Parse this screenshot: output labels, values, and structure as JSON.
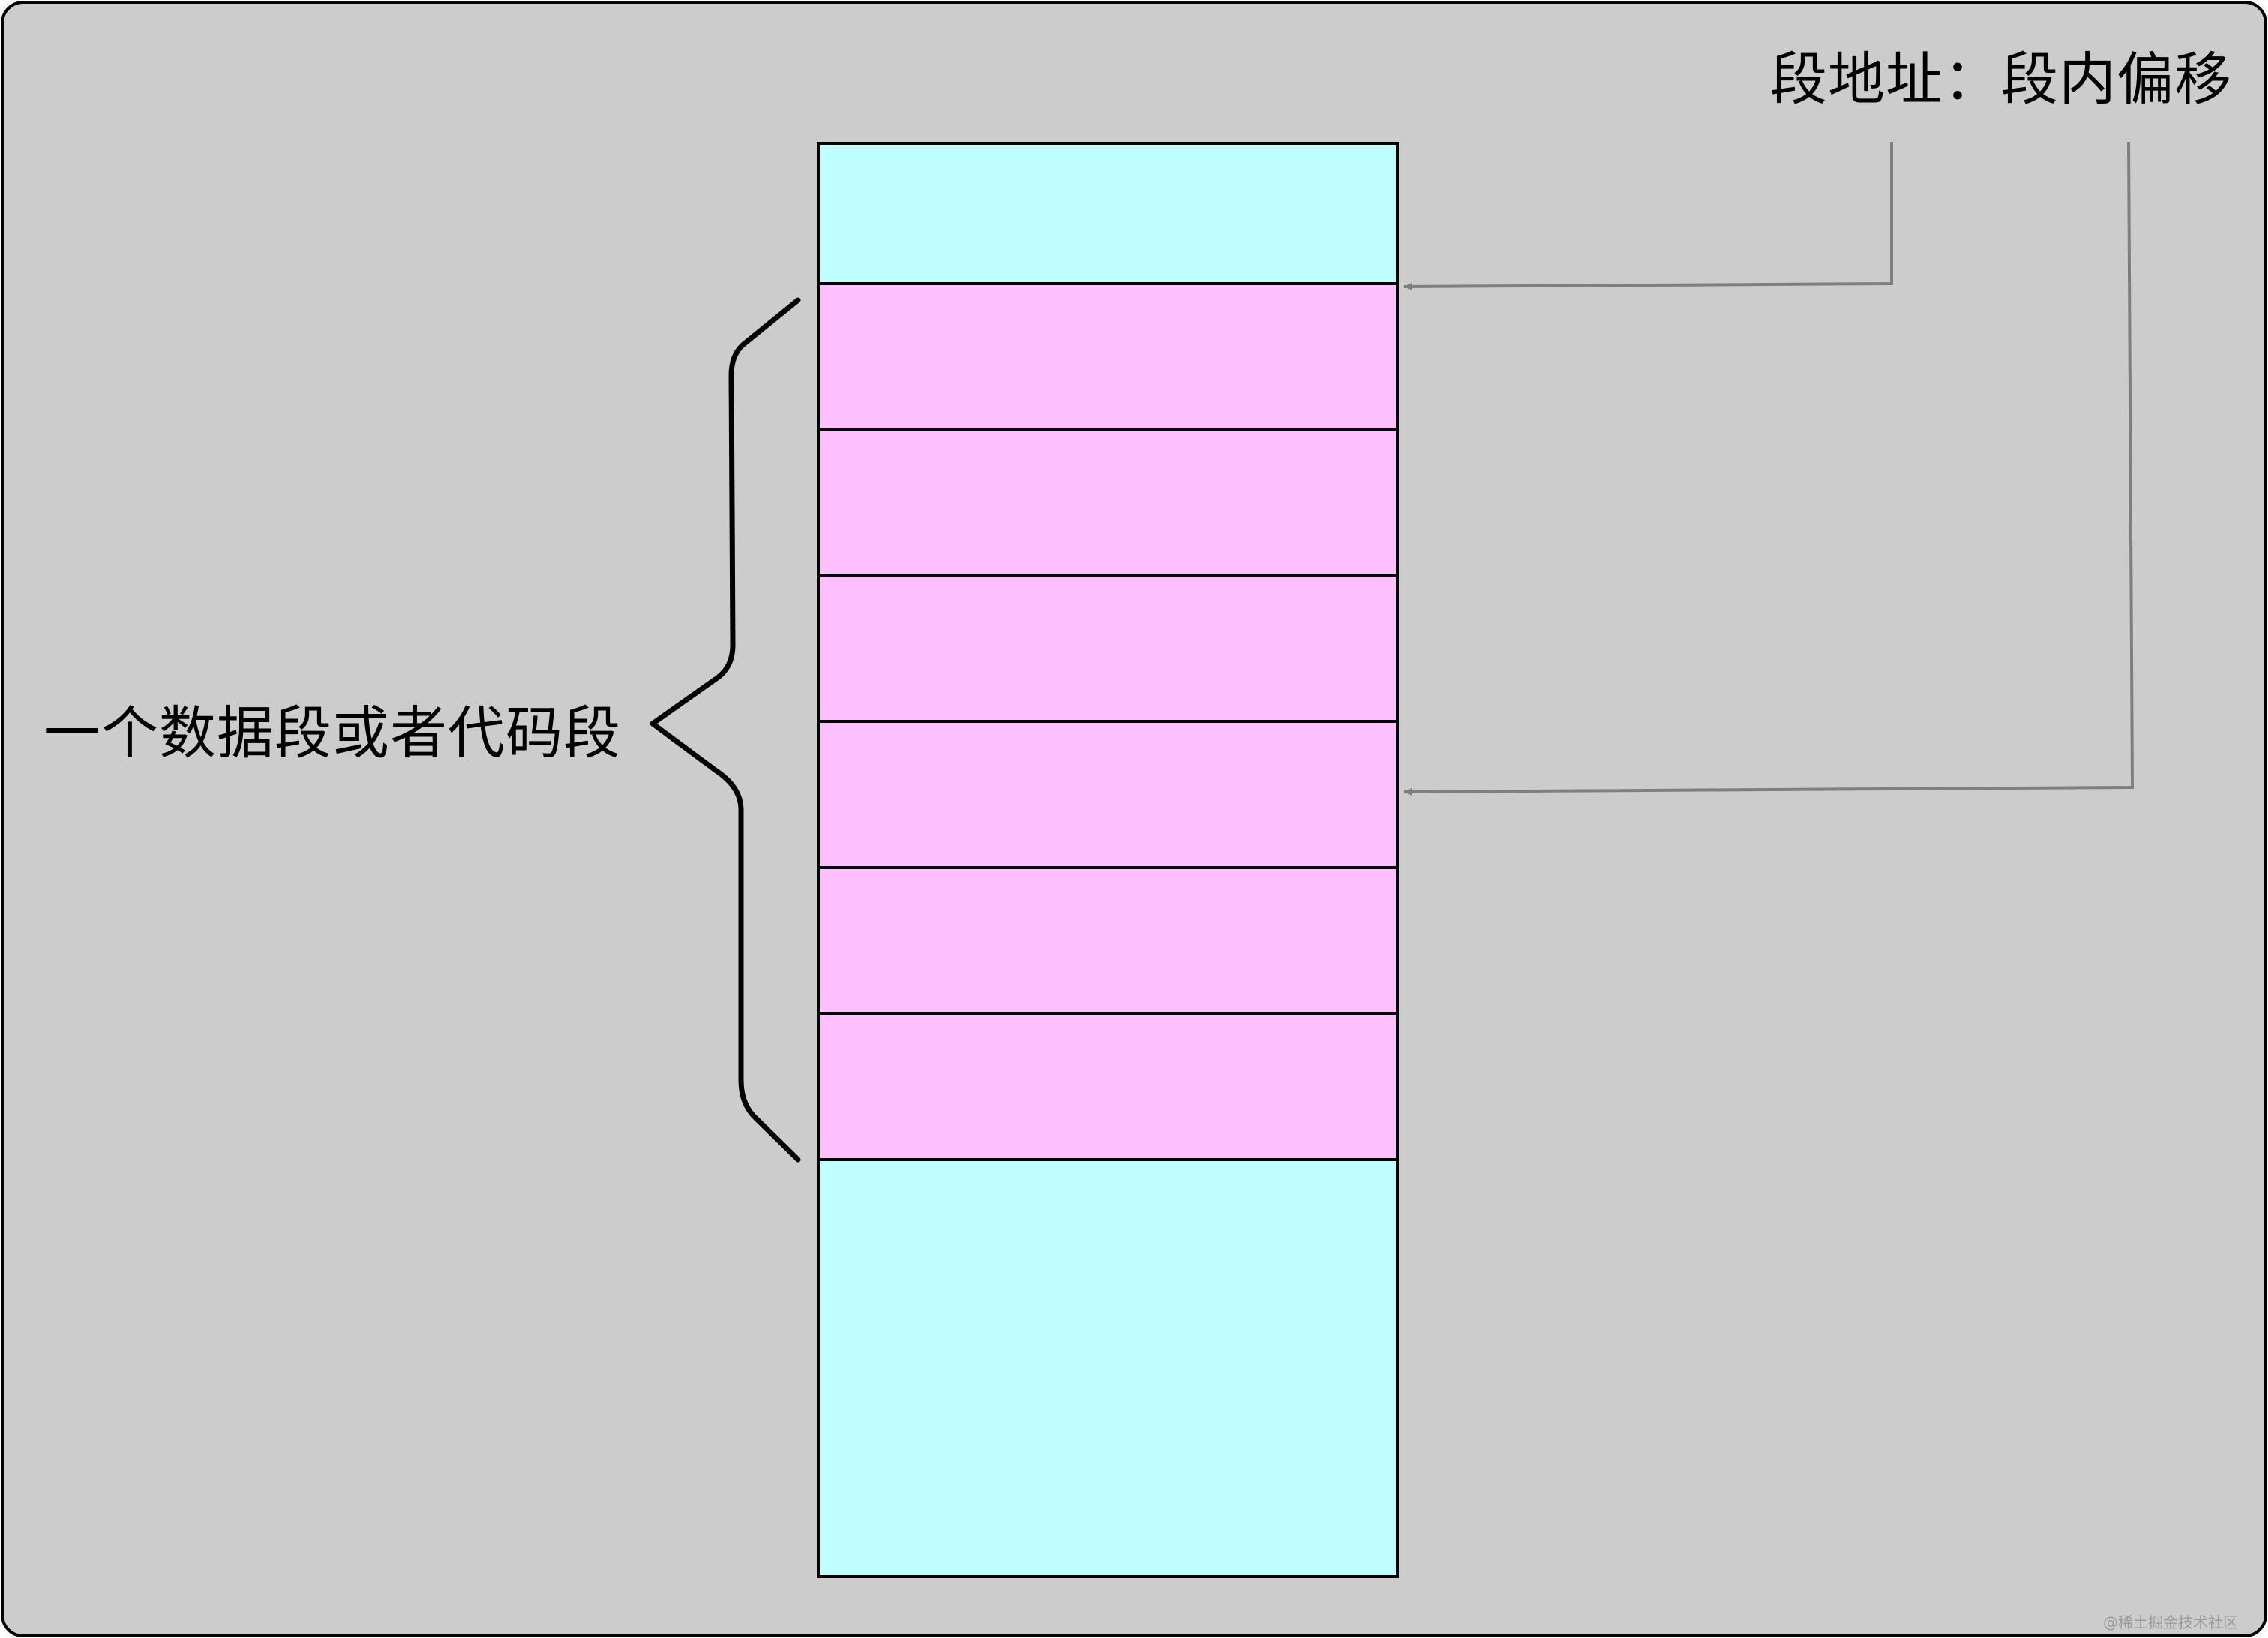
{
  "colors": {
    "background": "#cccccc",
    "outside_block": "#c0ffff",
    "segment_block": "#ffc0ff",
    "arrow": "#7f7f7f",
    "brace": "#000000"
  },
  "labels": {
    "segment_address": "段地址：段内偏移",
    "segment_description": "一个数据段或者代码段",
    "watermark": "@稀土掘金技术社区"
  },
  "memory": {
    "blocks": [
      {
        "kind": "outside"
      },
      {
        "kind": "segment"
      },
      {
        "kind": "segment"
      },
      {
        "kind": "segment"
      },
      {
        "kind": "segment"
      },
      {
        "kind": "segment"
      },
      {
        "kind": "segment"
      },
      {
        "kind": "outside"
      }
    ]
  }
}
